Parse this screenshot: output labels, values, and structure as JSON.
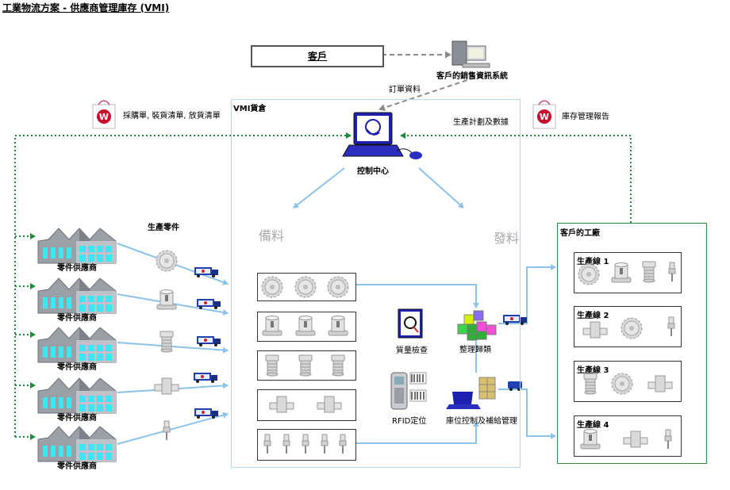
{
  "title": "工業物流方案 - 供應商管理庫存 (VMI)",
  "customer": "客戶",
  "customer_sales_system": "客戶的銷售資訊系統",
  "order_data": "訂單資料",
  "purchase_docs": "採購單, 裝貨清單, 放貨清單",
  "inventory_report": "庫存管理報告",
  "vmi_warehouse": "VMI貨倉",
  "production_plan": "生產計劃及數據",
  "control_center": "控制中心",
  "stocking": "備料",
  "dispatch": "發料",
  "production_parts": "生產零件",
  "supplier_label": "零件供應商",
  "suppliers": [
    "零件供應商",
    "零件供應商",
    "零件供應商",
    "零件供應商",
    "零件供應商"
  ],
  "quality_check": "質量檢查",
  "sorting": "整理歸類",
  "rfid": "RFID定位",
  "location_control": "庫位控制及補給管理",
  "customer_factory": "客戶的工廠",
  "production_lines": [
    {
      "label": "生產線 1"
    },
    {
      "label": "生產線 2"
    },
    {
      "label": "生產線 3"
    },
    {
      "label": "生產線 4"
    }
  ],
  "colors": {
    "flow_arrow": "#8cc3ea",
    "dotted_green": "#1e8a3a",
    "dashed_grey": "#8a8a8a",
    "factory_border": "#2e8b3a",
    "vmi_border": "#b8d8ee"
  }
}
